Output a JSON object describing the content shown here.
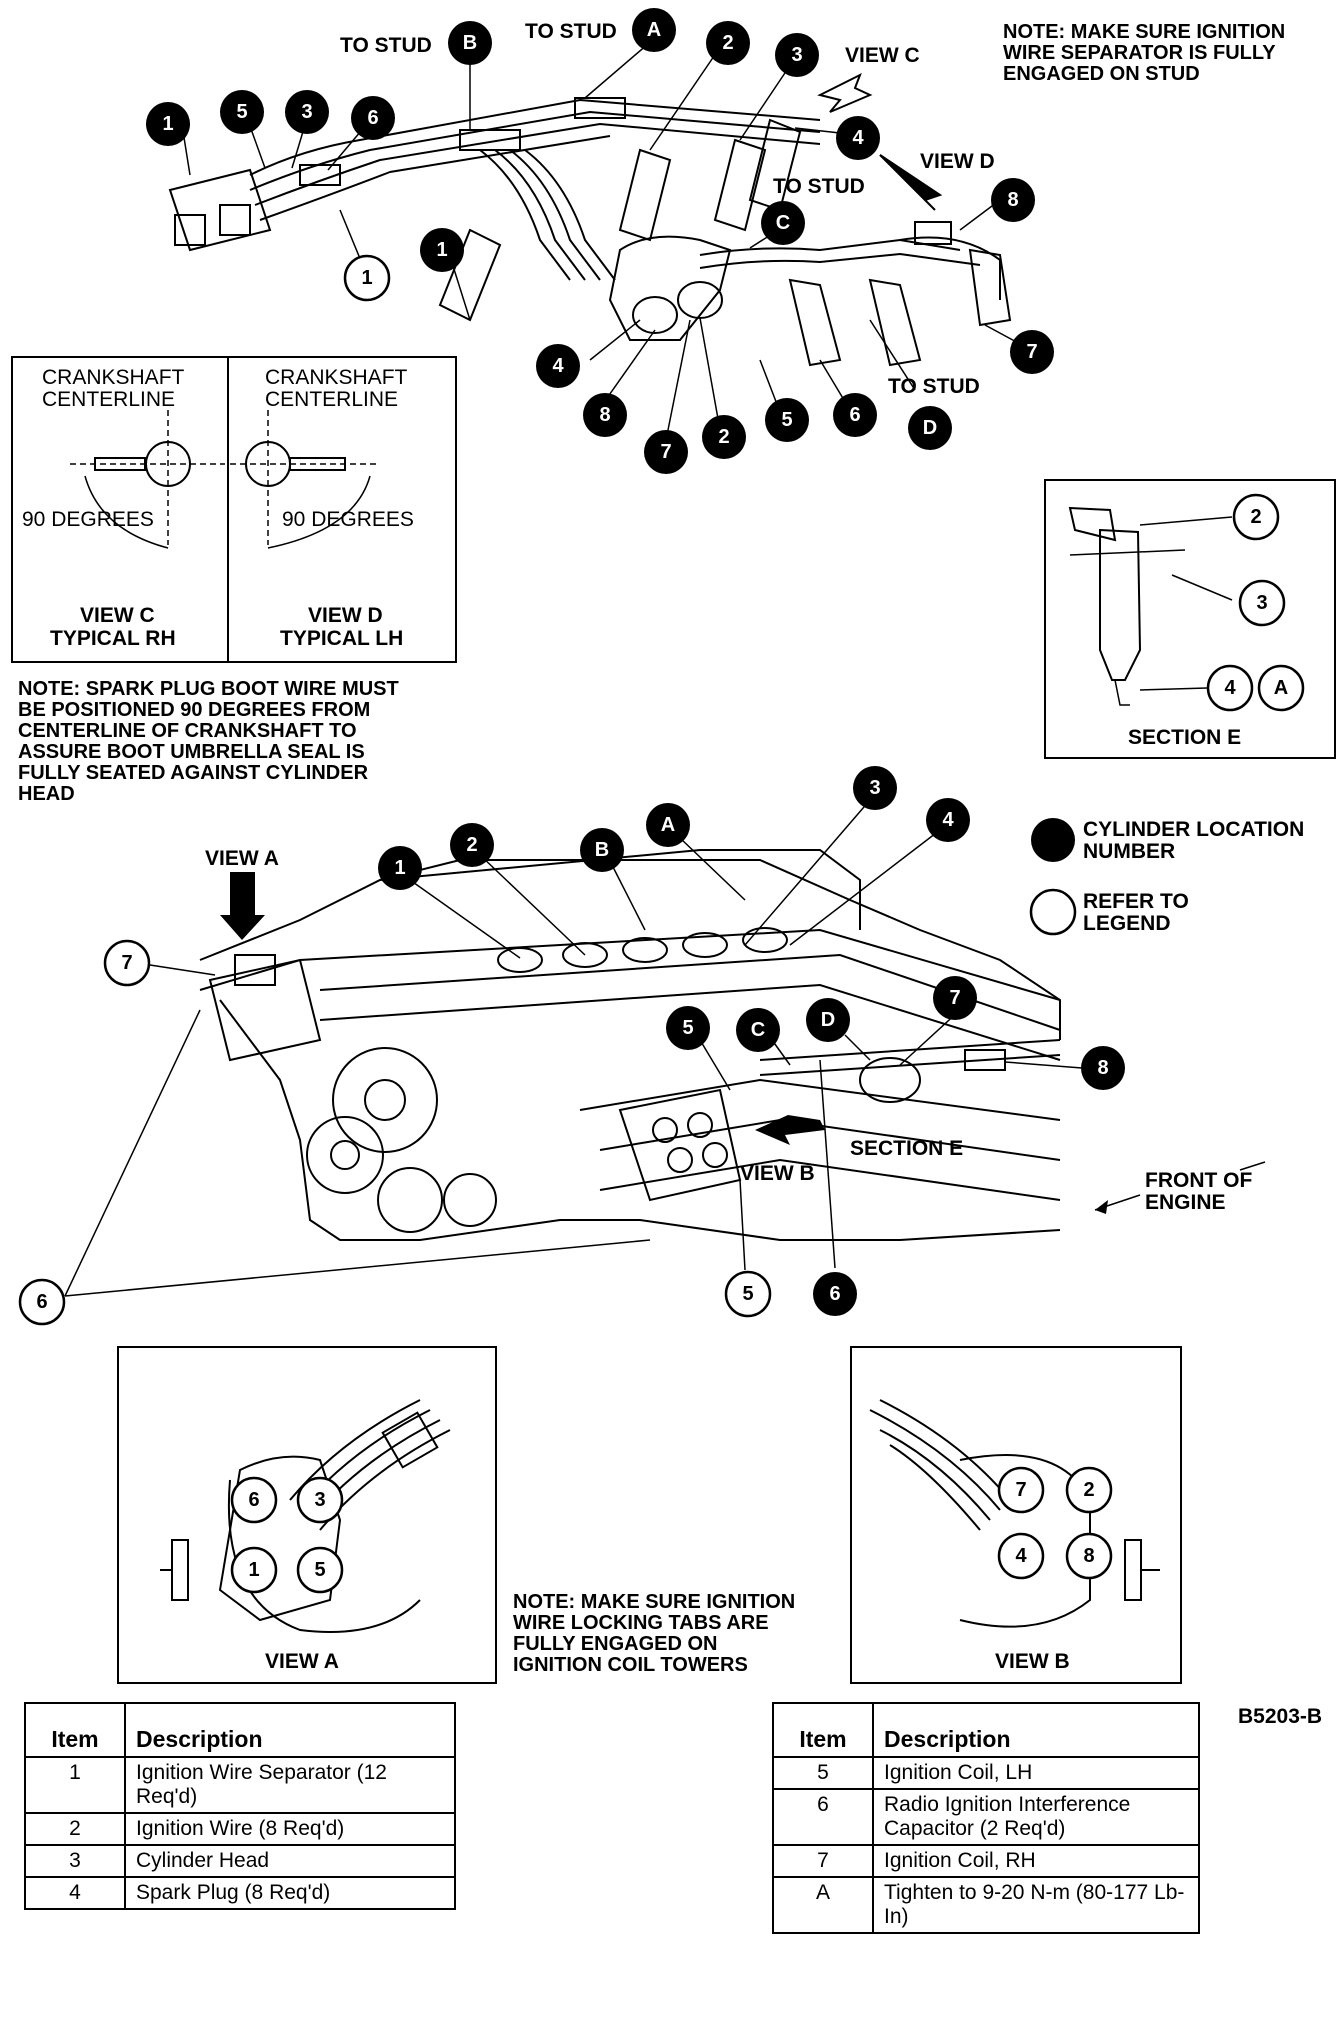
{
  "figure_id": "B5203-B",
  "notes": {
    "separator": "NOTE: MAKE SURE IGNITION\nWIRE SEPARATOR IS FULLY\nENGAGED ON STUD",
    "boot": "NOTE: SPARK PLUG BOOT WIRE MUST\nBE POSITIONED 90 DEGREES FROM\nCENTERLINE OF CRANKSHAFT TO\nASSURE BOOT UMBRELLA SEAL IS\nFULLY SEATED AGAINST CYLINDER\nHEAD",
    "tabs": "NOTE: MAKE SURE IGNITION\nWIRE LOCKING TABS ARE\nFULLY ENGAGED ON\nIGNITION COIL TOWERS"
  },
  "labels": {
    "to_stud": "TO STUD",
    "view_a": "VIEW A",
    "view_b": "VIEW B",
    "view_c": "VIEW C",
    "view_d": "VIEW D",
    "section_e": "SECTION E",
    "front_of_engine_1": "FRONT OF",
    "front_of_engine_2": "ENGINE",
    "crankshaft_1": "CRANKSHAFT",
    "crankshaft_2": "CENTERLINE",
    "ninety_degrees": "90 DEGREES",
    "view_c_typical": "VIEW C",
    "typical_rh": "TYPICAL RH",
    "view_d_typical": "VIEW D",
    "typical_lh": "TYPICAL LH"
  },
  "key": {
    "cylinder_1": "CYLINDER LOCATION",
    "cylinder_2": "NUMBER",
    "legend_1": "REFER TO",
    "legend_2": "LEGEND"
  },
  "callouts": {
    "one": "1",
    "two": "2",
    "three": "3",
    "four": "4",
    "five": "5",
    "six": "6",
    "seven": "7",
    "eight": "8",
    "a": "A",
    "b": "B",
    "c": "C",
    "d": "D"
  },
  "legend_left": {
    "headers": [
      "Item",
      "Description"
    ],
    "rows": [
      {
        "item": "1",
        "desc": "Ignition Wire Separator (12 Req'd)"
      },
      {
        "item": "2",
        "desc": "Ignition Wire (8 Req'd)"
      },
      {
        "item": "3",
        "desc": "Cylinder Head"
      },
      {
        "item": "4",
        "desc": "Spark Plug (8 Req'd)"
      }
    ]
  },
  "legend_right": {
    "headers": [
      "Item",
      "Description"
    ],
    "rows": [
      {
        "item": "5",
        "desc": "Ignition Coil, LH"
      },
      {
        "item": "6",
        "desc": "Radio Ignition Interference Capacitor (2 Req'd)"
      },
      {
        "item": "7",
        "desc": "Ignition Coil, RH"
      },
      {
        "item": "A",
        "desc": "Tighten to 9-20 N-m (80-177 Lb-In)"
      }
    ]
  }
}
